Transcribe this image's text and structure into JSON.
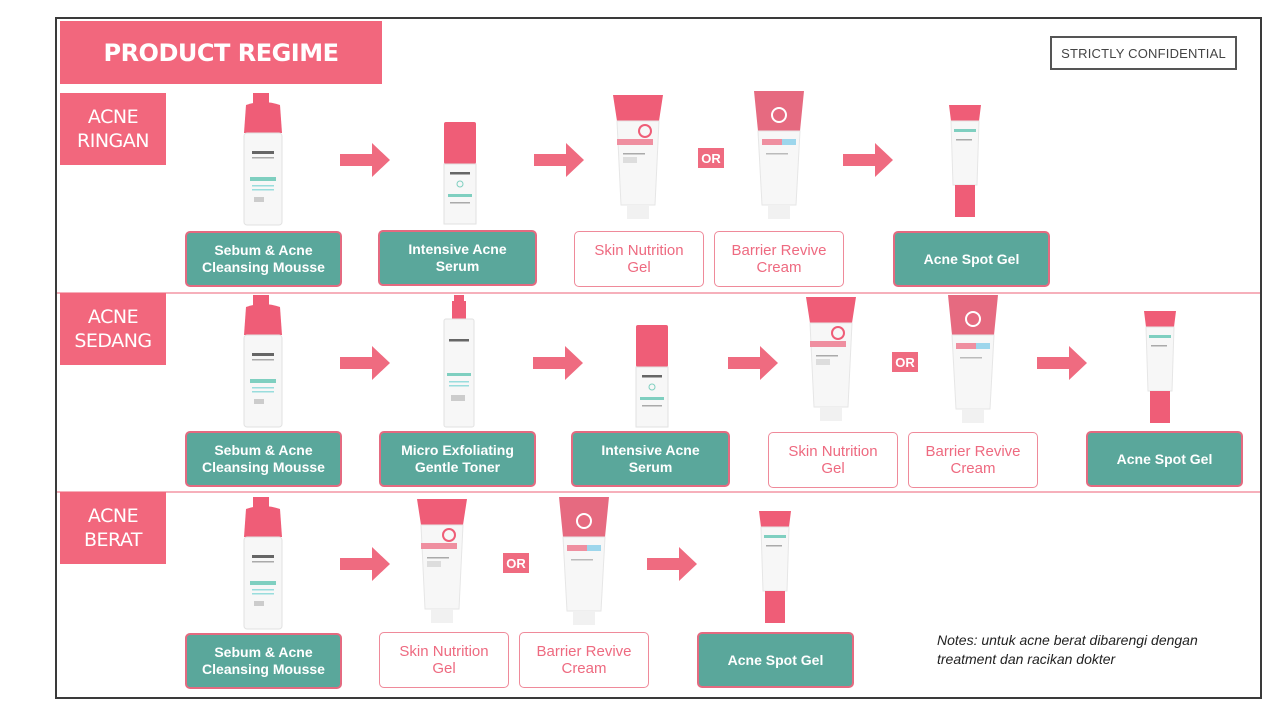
{
  "header": {
    "title": "PRODUCT REGIME",
    "confidential": "STRICTLY CONFIDENTIAL"
  },
  "connector_or": "OR",
  "sections": [
    {
      "label_line1": "ACNE",
      "label_line2": "RINGAN",
      "products": [
        {
          "line1": "Sebum & Acne",
          "line2": "Cleansing Mousse"
        },
        {
          "line1": "Intensive Acne",
          "line2": "Serum"
        },
        {
          "line1": "Skin Nutrition",
          "line2": "Gel"
        },
        {
          "line1": "Barrier Revive",
          "line2": "Cream"
        },
        {
          "line1": "Acne Spot Gel",
          "line2": ""
        }
      ]
    },
    {
      "label_line1": "ACNE",
      "label_line2": "SEDANG",
      "products": [
        {
          "line1": "Sebum & Acne",
          "line2": "Cleansing Mousse"
        },
        {
          "line1": "Micro Exfoliating",
          "line2": "Gentle Toner"
        },
        {
          "line1": "Intensive Acne",
          "line2": "Serum"
        },
        {
          "line1": "Skin Nutrition",
          "line2": "Gel"
        },
        {
          "line1": "Barrier Revive",
          "line2": "Cream"
        },
        {
          "line1": "Acne Spot Gel",
          "line2": ""
        }
      ]
    },
    {
      "label_line1": "ACNE",
      "label_line2": "BERAT",
      "products": [
        {
          "line1": "Sebum & Acne",
          "line2": "Cleansing Mousse"
        },
        {
          "line1": "Skin Nutrition",
          "line2": "Gel"
        },
        {
          "line1": "Barrier Revive",
          "line2": "Cream"
        },
        {
          "line1": "Acne Spot Gel",
          "line2": ""
        }
      ]
    }
  ],
  "notes": {
    "line1": "Notes: untuk acne berat dibarengi dengan",
    "line2": "treatment dan racikan dokter"
  },
  "colors": {
    "accent_pink": "#f2677d",
    "teal": "#5aa79b",
    "divider_pink": "#f6b0bb"
  }
}
